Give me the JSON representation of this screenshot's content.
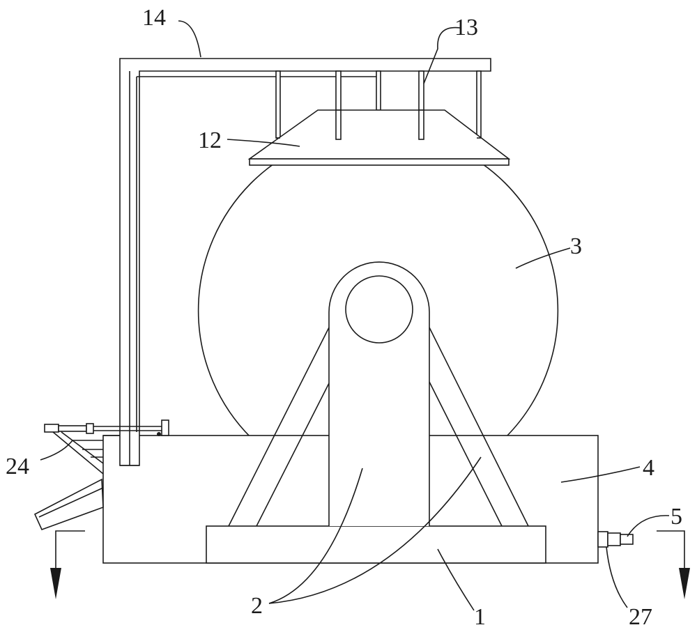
{
  "figure": {
    "labels": {
      "frame": "14",
      "rod": "13",
      "hood": "12",
      "drum": "3",
      "tank": "4",
      "outlet_valve": "5",
      "pipe": "27",
      "support_stand": "2",
      "base": "1",
      "side_mechanism": "24"
    }
  }
}
